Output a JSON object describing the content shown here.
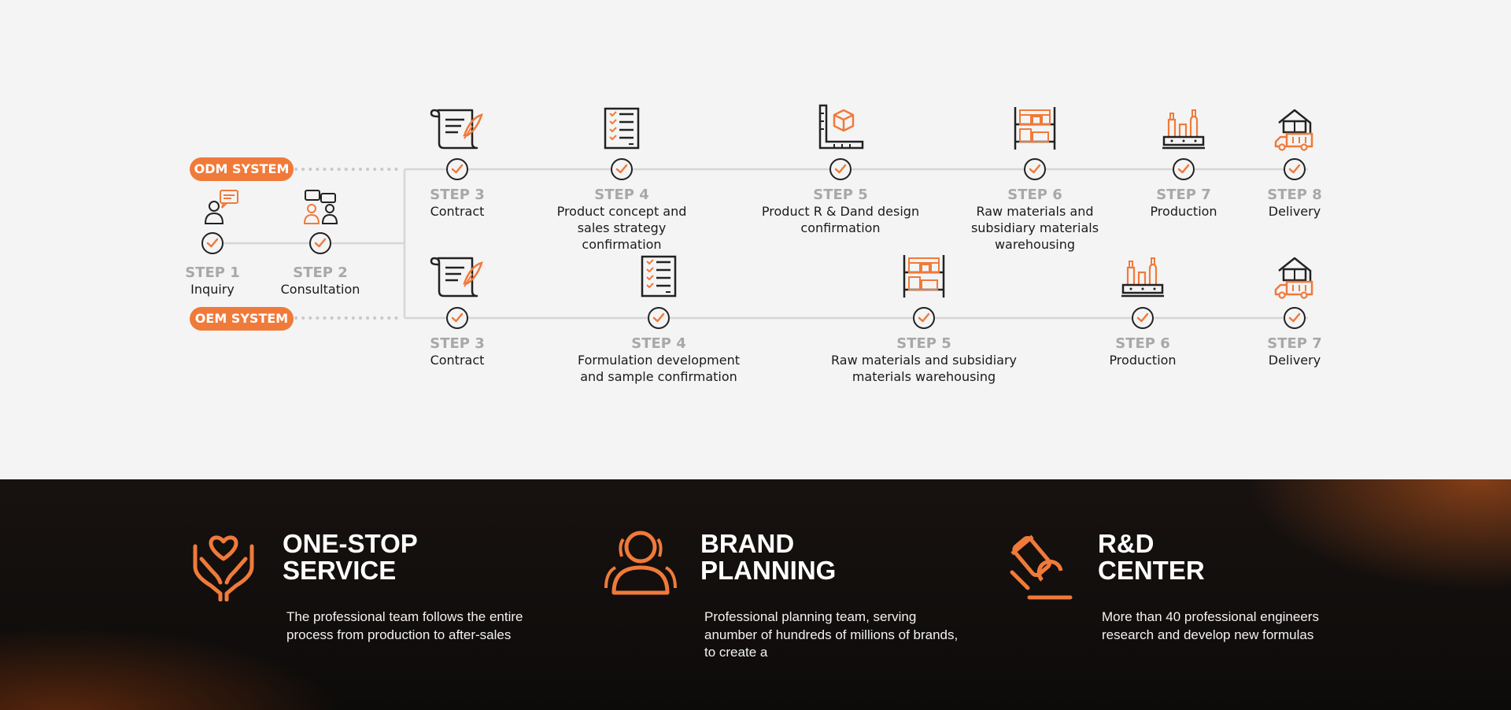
{
  "systems": {
    "odm_label": "ODM SYSTEM",
    "oem_label": "OEM SYSTEM"
  },
  "common_steps": [
    {
      "label": "STEP 1",
      "desc": "Inquiry"
    },
    {
      "label": "STEP 2",
      "desc": "Consultation"
    }
  ],
  "odm_steps": [
    {
      "label": "STEP 3",
      "desc": "Contract",
      "icon": "contract-scroll-icon"
    },
    {
      "label": "STEP 4",
      "desc": "Product concept and sales strategy confirmation",
      "icon": "checklist-document-icon"
    },
    {
      "label": "STEP 5",
      "desc": "Product R & Dand design confirmation",
      "icon": "design-ruler-box-icon"
    },
    {
      "label": "STEP 6",
      "desc": "Raw materials and subsidiary materials warehousing",
      "icon": "warehouse-shelf-icon"
    },
    {
      "label": "STEP 7",
      "desc": "Production",
      "icon": "production-bottles-icon"
    },
    {
      "label": "STEP 8",
      "desc": "Delivery",
      "icon": "delivery-truck-icon"
    }
  ],
  "oem_steps": [
    {
      "label": "STEP 3",
      "desc": "Contract",
      "icon": "contract-scroll-icon"
    },
    {
      "label": "STEP 4",
      "desc": "Formulation development and sample confirmation",
      "icon": "checklist-document-icon"
    },
    {
      "label": "STEP 5",
      "desc": "Raw materials and subsidiary materials warehousing",
      "icon": "warehouse-shelf-icon"
    },
    {
      "label": "STEP 6",
      "desc": "Production",
      "icon": "production-bottles-icon"
    },
    {
      "label": "STEP 7",
      "desc": "Delivery",
      "icon": "delivery-truck-icon"
    }
  ],
  "features": [
    {
      "title_line1": "ONE-STOP",
      "title_line2": "SERVICE",
      "desc": "The professional team follows the entire process from production to after-sales",
      "icon": "heart-hands-icon"
    },
    {
      "title_line1": "BRAND",
      "title_line2": "PLANNING",
      "desc": "Professional planning team, serving anumber of hundreds of millions of brands, to create a",
      "icon": "people-icon"
    },
    {
      "title_line1": "R&D",
      "title_line2": "CENTER",
      "desc": "More than 40 professional engineers research and develop new formulas",
      "icon": "microscope-icon"
    }
  ],
  "colors": {
    "accent": "#f07a3a",
    "dark": "#1a1a1a",
    "step_label": "#a8a8a8",
    "line": "#d6d6d6"
  }
}
